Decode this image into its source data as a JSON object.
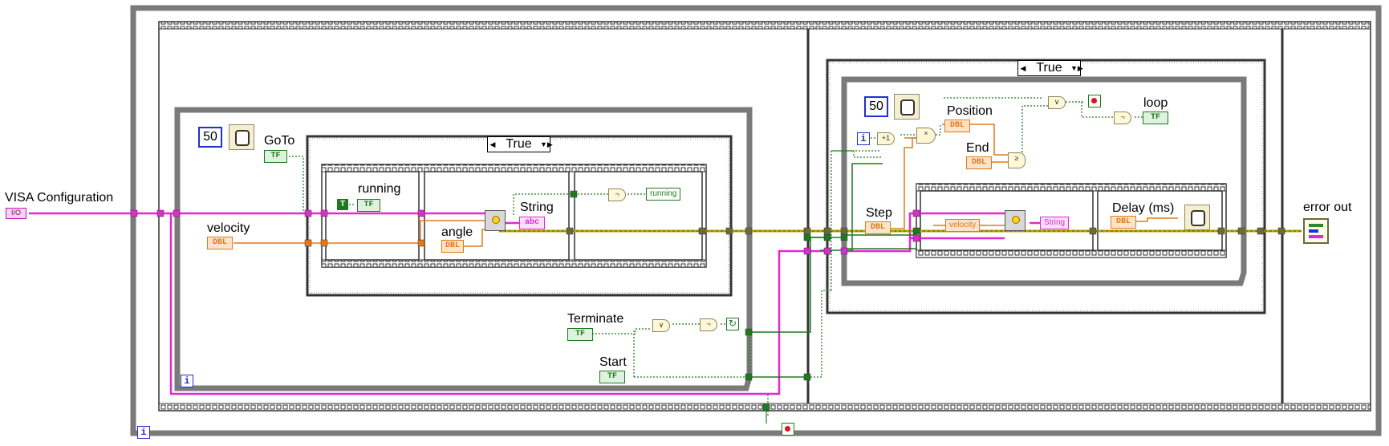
{
  "labels": {
    "visa_configuration": "VISA Configuration",
    "velocity": "velocity",
    "goto": "GoTo",
    "running": "running",
    "angle": "angle",
    "string": "String",
    "terminate": "Terminate",
    "start": "Start",
    "position": "Position",
    "end": "End",
    "step": "Step",
    "delay_ms": "Delay (ms)",
    "loop": "loop",
    "error_out": "error out"
  },
  "constants": {
    "wait_ms_left": "50",
    "wait_ms_right": "50"
  },
  "case_selectors": {
    "goto_case": "True",
    "loop_case": "True"
  },
  "terminals": {
    "dbl": "DBL",
    "tf": "TF",
    "abc": "abc",
    "true_const": "T",
    "iteration": "i",
    "increment": "+1",
    "multiply": "×",
    "ge": "≥",
    "or": "∨",
    "not": "¬",
    "prop_running": "running",
    "prop_velocity": "velocity",
    "prop_string": "String",
    "visa": "I/O"
  },
  "colors": {
    "frame_gray": "#7a7a7a",
    "pink_wire": "#e02ad0",
    "orange_wire": "#e07a18",
    "green_wire": "#1d7a1d",
    "error_wire": "#b8a300",
    "blue_const": "#1f2fd0"
  }
}
